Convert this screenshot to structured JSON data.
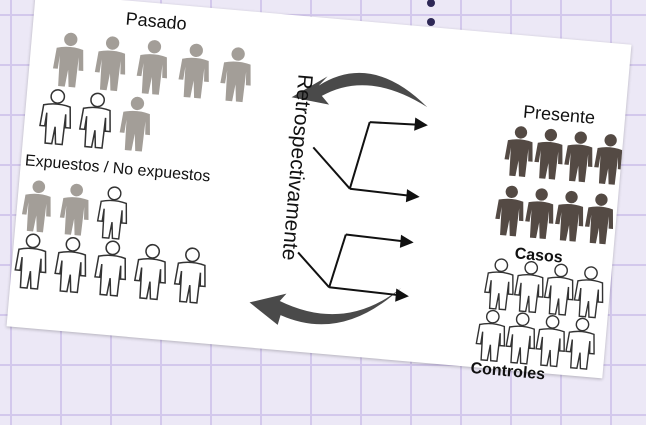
{
  "labels": {
    "past": "Pasado",
    "exposure": "Expuestos / No expuestos",
    "present": "Presente",
    "cases": "Casos",
    "controls": "Controles",
    "direction": "Retrospectivamente"
  },
  "groups": {
    "past_top_row": [
      "gray",
      "gray",
      "gray",
      "gray",
      "gray"
    ],
    "past_second_row": [
      "white",
      "white",
      "gray"
    ],
    "exposure_top_row": [
      "gray",
      "gray",
      "white"
    ],
    "exposure_second_row": [
      "white",
      "white",
      "white",
      "white",
      "white"
    ],
    "cases_rows": [
      [
        "dark",
        "dark",
        "dark",
        "dark"
      ],
      [
        "dark",
        "dark",
        "dark",
        "dark"
      ]
    ],
    "controls_rows": [
      [
        "white",
        "white",
        "white",
        "white"
      ],
      [
        "white",
        "white",
        "white",
        "white"
      ]
    ]
  },
  "colors": {
    "gray": "#a39e98",
    "dark": "#544a44",
    "white": "#ffffff",
    "stroke": "#333333",
    "curved_arrow": "#4a4a4a",
    "background": "#ece8f6",
    "grid": "#d3c8ec",
    "dots": "#2e2856"
  }
}
